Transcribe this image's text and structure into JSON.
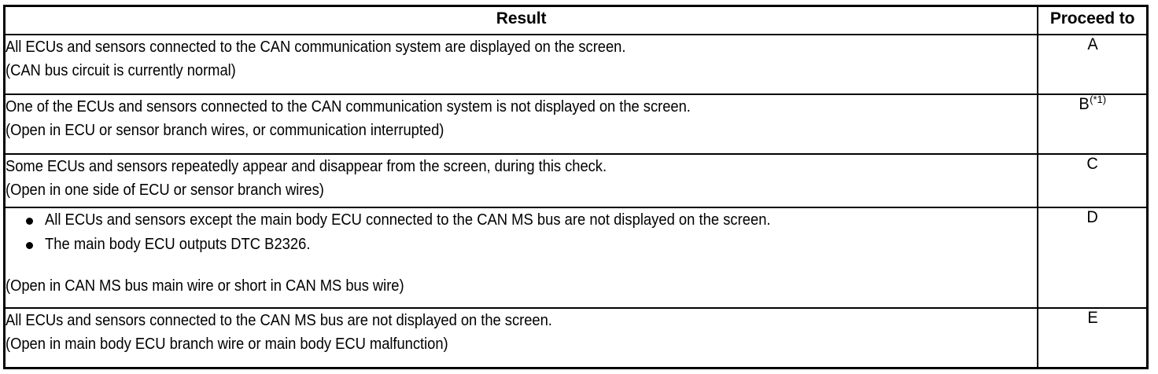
{
  "table": {
    "headers": {
      "result": "Result",
      "proceed_to": "Proceed to"
    },
    "rows": [
      {
        "id": "row-a",
        "lines": [
          "All ECUs and sensors connected to the CAN communication system are displayed on the screen.",
          "(CAN bus circuit is currently normal)"
        ],
        "bullets": [],
        "proceed": "A",
        "proceed_note": ""
      },
      {
        "id": "row-b",
        "lines": [
          "One of the ECUs and sensors connected to the CAN communication system is not displayed on the screen.",
          "(Open in ECU or sensor branch wires, or communication interrupted)"
        ],
        "bullets": [],
        "proceed": "B",
        "proceed_note": "(*1)"
      },
      {
        "id": "row-c",
        "lines": [
          "Some ECUs and sensors repeatedly appear and disappear from the screen, during this check.",
          "(Open in one side of ECU or sensor branch wires)"
        ],
        "bullets": [],
        "proceed": "C",
        "proceed_note": ""
      },
      {
        "id": "row-d",
        "lines": [
          "(Open in CAN MS bus main wire or short in CAN MS bus wire)"
        ],
        "bullets": [
          "All ECUs and sensors except the main body ECU connected to the CAN MS bus are not displayed on the screen.",
          "The main body ECU outputs DTC B2326."
        ],
        "proceed": "D",
        "proceed_note": ""
      },
      {
        "id": "row-e",
        "lines": [
          "All ECUs and sensors connected to the CAN MS bus are not displayed on the screen.",
          "(Open in main body ECU branch wire or main body ECU malfunction)"
        ],
        "bullets": [],
        "proceed": "E",
        "proceed_note": ""
      }
    ]
  },
  "colors": {
    "border": "#000000",
    "text": "#000000",
    "background": "#ffffff"
  }
}
